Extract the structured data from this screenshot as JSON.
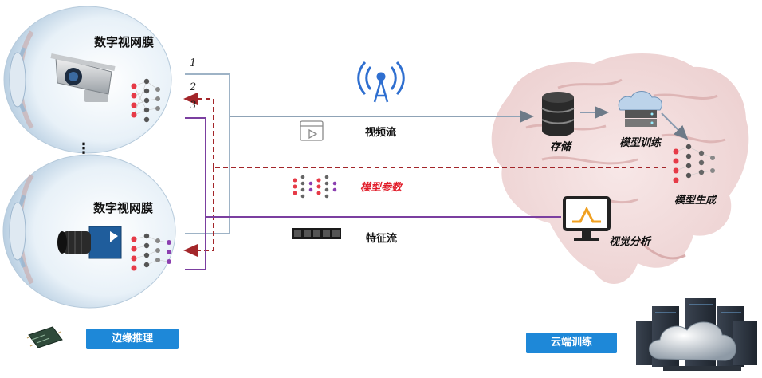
{
  "edge": {
    "eye_top_title": "数字视网膜",
    "eye_bottom_title": "数字视网膜",
    "ellipsis": "⋮",
    "button_label": "边缘推理",
    "stream_numbers": [
      "1",
      "2",
      "3"
    ]
  },
  "flows": {
    "video_stream": "视频流",
    "model_params": "模型参数",
    "feature_stream": "特征流"
  },
  "cloud": {
    "storage": "存储",
    "model_training": "模型训练",
    "model_generation": "模型生成",
    "visual_analysis": "视觉分析",
    "button_label": "云端训练"
  },
  "colors": {
    "video_line": "#9eb3c6",
    "param_line": "#a3262a",
    "feature_line": "#7b3fa0",
    "button_bg": "#1e88d8",
    "red_label": "#e11d2a"
  },
  "icons": [
    "eye-icon",
    "surveillance-camera-icon",
    "industrial-camera-icon",
    "neural-net-icon",
    "antenna-icon",
    "video-play-icon",
    "feature-bar-icon",
    "database-icon",
    "cloud-server-icon",
    "monitor-chart-icon",
    "brain-icon",
    "chip-icon",
    "server-cloud-icon"
  ]
}
